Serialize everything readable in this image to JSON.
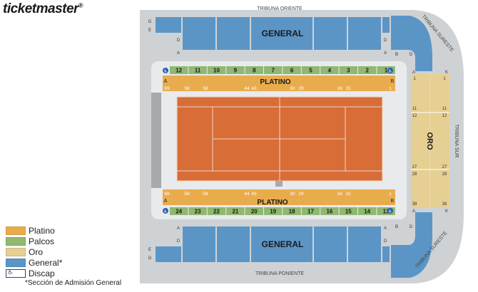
{
  "brand": {
    "name": "ticketmaster",
    "mark": "®"
  },
  "colors": {
    "general": "#5b95c6",
    "platino": "#e9ac4d",
    "palcos": "#8fb870",
    "oro": "#e6cf92",
    "court": "#d86d37",
    "court_lines": "#f3d4c3",
    "concourse": "#cfd2d5",
    "floor": "#e9eaec",
    "dark_side": "#a7a9ac",
    "white": "#ffffff"
  },
  "venue": {
    "tribunas": {
      "oriente": "TRIBUNA ORIENTE",
      "poniente": "TRIBUNA PONIENTE",
      "sur": "TRIBUNA SUR",
      "sureste_top": "TRIBUNA SURESTE",
      "sureste_bottom": "TRIBUNA SURESTE"
    },
    "general_label_top": "GENERAL",
    "general_label_bottom": "GENERAL",
    "platino_label_top": "PLATINO",
    "platino_label_bottom": "PLATINO",
    "oro_label": "ORO",
    "row_letters": {
      "g": "G",
      "e": "E",
      "a": "A",
      "d": "D",
      "b": "B",
      "k": "K"
    },
    "palcos_top": [
      "12",
      "11",
      "10",
      "9",
      "8",
      "7",
      "6",
      "5",
      "4",
      "3",
      "2",
      "1"
    ],
    "palcos_bottom": [
      "24",
      "23",
      "22",
      "21",
      "20",
      "19",
      "18",
      "17",
      "16",
      "15",
      "14",
      "13"
    ],
    "platino_top_numbers": [
      "69",
      "58",
      "58",
      "44",
      "43",
      "30",
      "29",
      "16",
      "15",
      "1"
    ],
    "platino_bottom_numbers": [
      "69",
      "58",
      "58",
      "44",
      "43",
      "30",
      "29",
      "16",
      "15",
      "1"
    ],
    "disabled_marker": "♿",
    "ab_left": "A",
    "ab_right": "B",
    "oro_numbers": [
      "1",
      "1",
      "11",
      "11",
      "12",
      "12",
      "27",
      "27",
      "28",
      "28",
      "38",
      "38"
    ]
  },
  "legend": {
    "items": [
      {
        "label": "Platino",
        "color": "#e9ac4d"
      },
      {
        "label": "Palcos",
        "color": "#8fb870"
      },
      {
        "label": "Oro",
        "color": "#e6cf92"
      },
      {
        "label": "General*",
        "color": "#5b95c6"
      },
      {
        "label": "Discap",
        "color": "#ffffff"
      }
    ],
    "note": "*Sección de Admisión General"
  }
}
